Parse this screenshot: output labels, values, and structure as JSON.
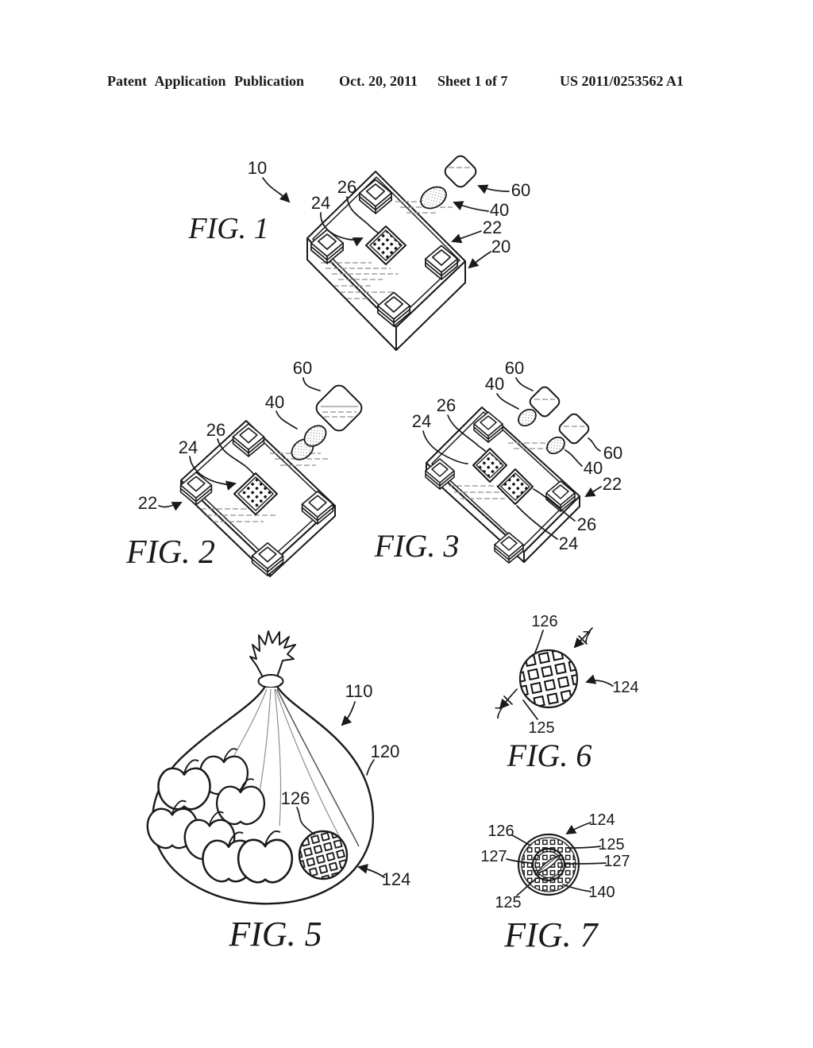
{
  "header": {
    "publication": "Patent Application Publication",
    "date": "Oct. 20, 2011",
    "sheet": "Sheet 1 of 7",
    "patent_number": "US 2011/0253562 A1"
  },
  "figures": {
    "fig1": {
      "caption": "FIG. 1",
      "refs": {
        "r10": "10",
        "r26": "26",
        "r24": "24",
        "r60": "60",
        "r40": "40",
        "r22": "22",
        "r20": "20"
      }
    },
    "fig2": {
      "caption": "FIG. 2",
      "refs": {
        "r60": "60",
        "r40": "40",
        "r26": "26",
        "r24": "24",
        "r22": "22"
      }
    },
    "fig3": {
      "caption": "FIG. 3",
      "refs": {
        "r60a": "60",
        "r40a": "40",
        "r26a": "26",
        "r24a": "24",
        "r60b": "60",
        "r40b": "40",
        "r22": "22",
        "r26b": "26",
        "r24b": "24"
      }
    },
    "fig5": {
      "caption": "FIG. 5",
      "refs": {
        "r110": "110",
        "r120": "120",
        "r126": "126",
        "r124": "124"
      }
    },
    "fig6": {
      "caption": "FIG. 6",
      "refs": {
        "r126": "126",
        "r7a": "7",
        "r124": "124",
        "r7b": "7",
        "r125": "125"
      }
    },
    "fig7": {
      "caption": "FIG. 7",
      "refs": {
        "r124": "124",
        "r126": "126",
        "r125a": "125",
        "r127a": "127",
        "r127b": "127",
        "r140": "140",
        "r125b": "125"
      }
    }
  }
}
